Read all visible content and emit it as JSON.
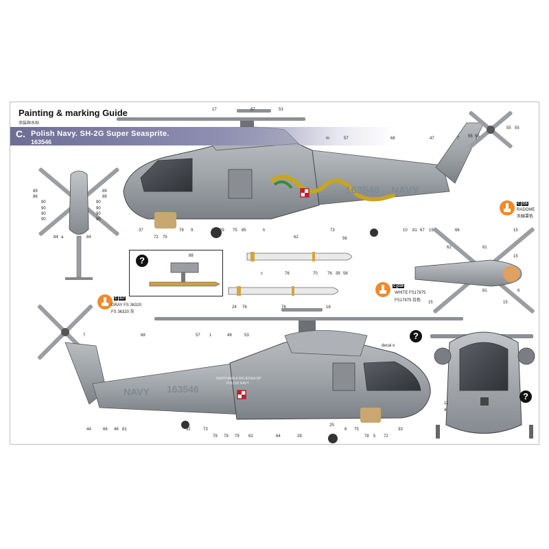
{
  "guide": {
    "title": "Painting & marking Guide",
    "subtitle": "涂装與水贴",
    "scheme_letter": "C.",
    "scheme_heading": "Polish Navy. SH-2G Super Seasprite.",
    "serial": "163546"
  },
  "markings": {
    "navy_text": "NAVY",
    "serial_text": "163546",
    "polish_text_1": "MARYNARKA WOJENNA RP",
    "polish_text_2": "POLISH NAVY"
  },
  "colors": {
    "C316": {
      "code": "C",
      "num": "316",
      "name_en": "RADOME",
      "name_cn": "天線罩色"
    },
    "C317": {
      "code": "C",
      "num": "317",
      "name_en": "GRAY FS 36320",
      "name_cn": "FS 36320 灰"
    },
    "C318": {
      "code": "C",
      "num": "318",
      "name_en": "WHITE FS17875",
      "name_cn": "FS17875 白色"
    }
  },
  "question_mark": "?",
  "decal_note": "decal o",
  "callouts": {
    "top_side": [
      "17",
      "87",
      "53",
      "m",
      "57",
      "68",
      "47",
      "7",
      "55",
      "55",
      "55",
      "55",
      "37",
      "72",
      "75",
      "78",
      "9",
      "29",
      "75",
      "85",
      "h",
      "62",
      "73",
      "10",
      "81",
      "67",
      "15",
      "66"
    ],
    "front": [
      "89",
      "89",
      "86",
      "88",
      "90",
      "90",
      "90",
      "90",
      "90",
      "90",
      "90",
      "90",
      "84",
      "a",
      "84"
    ],
    "missiles": [
      "56",
      "c",
      "76",
      "70",
      "76",
      "39",
      "56",
      "24",
      "76",
      "76",
      "88"
    ],
    "top_view": [
      "62",
      "81",
      "81",
      "15",
      "15",
      "15",
      "15",
      "6"
    ],
    "bottom_side": [
      "18",
      "7",
      "68",
      "57",
      "1",
      "49",
      "53",
      "44",
      "66",
      "46",
      "81",
      "52",
      "73",
      "79",
      "79",
      "79",
      "62",
      "64",
      "28",
      "25",
      "6",
      "75",
      "78",
      "5",
      "72",
      "33"
    ],
    "nose_front": [
      "4",
      "11"
    ]
  }
}
